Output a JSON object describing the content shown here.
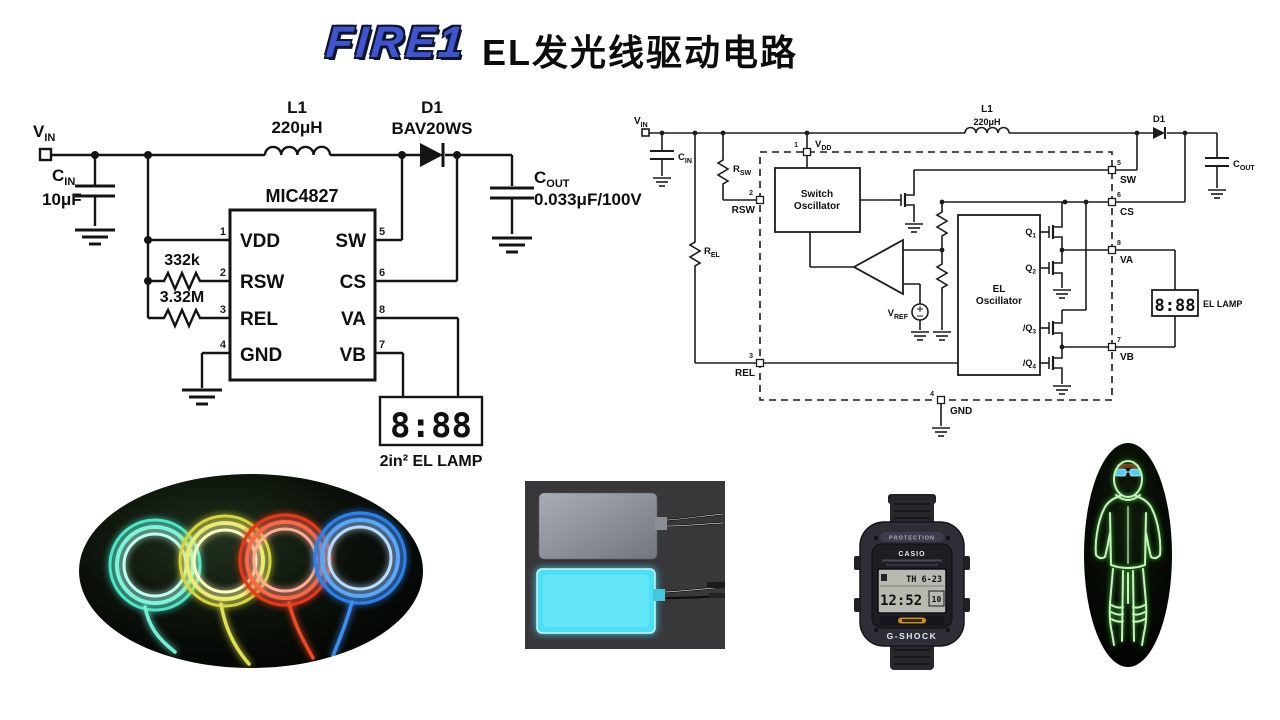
{
  "header": {
    "logo": "FIRE1",
    "title": "EL发光线驱动电路"
  },
  "left_circuit": {
    "vin": "V",
    "vin_sub": "IN",
    "cin": "C",
    "cin_sub": "IN",
    "cin_value": "10μF",
    "l1": "L1",
    "l1_value": "220μH",
    "d1": "D1",
    "d1_value": "BAV20WS",
    "cout": "C",
    "cout_sub": "OUT",
    "cout_value": "0.033μF/100V",
    "chip_name": "MIC4827",
    "r_332k": "332k",
    "r_3_32m": "3.32M",
    "pin_vdd": "VDD",
    "pin_rsw": "RSW",
    "pin_rel": "REL",
    "pin_gnd": "GND",
    "pin_sw": "SW",
    "pin_cs": "CS",
    "pin_va": "VA",
    "pin_vb": "VB",
    "num1": "1",
    "num2": "2",
    "num3": "3",
    "num4": "4",
    "num5": "5",
    "num6": "6",
    "num7": "7",
    "num8": "8",
    "lamp_display": "8:88",
    "lamp_caption": "2in² EL LAMP"
  },
  "right_circuit": {
    "vin": "V",
    "vin_sub": "IN",
    "cin": "C",
    "cin_sub": "IN",
    "r_sw": "R",
    "r_sw_sub": "SW",
    "r_el": "R",
    "r_el_sub": "EL",
    "vdd": "V",
    "vdd_sub": "DD",
    "vref": "V",
    "vref_sub": "REF",
    "l1": "L1",
    "l1_value": "220μH",
    "d1": "D1",
    "cout": "C",
    "cout_sub": "OUT",
    "switch_osc_line1": "Switch",
    "switch_osc_line2": "Oscillator",
    "el_osc_line1": "EL",
    "el_osc_line2": "Oscillator",
    "q1": "Q",
    "q1_sub": "1",
    "q2": "Q",
    "q2_sub": "2",
    "q3": "/Q",
    "q3_sub": "3",
    "q4": "/Q",
    "q4_sub": "4",
    "pin_rsw": "RSW",
    "pin_rel": "REL",
    "pin_gnd": "GND",
    "pin_sw": "SW",
    "pin_cs": "CS",
    "pin_va": "VA",
    "pin_vb": "VB",
    "num1": "1",
    "num2": "2",
    "num3": "3",
    "num4": "4",
    "num5": "5",
    "num6": "6",
    "num7": "7",
    "num8": "8",
    "lamp_display": "8:88",
    "lamp_caption": "EL LAMP"
  },
  "photos": {
    "el_wires": {
      "colors": [
        "#5df2cf",
        "#e3e23e",
        "#f23a10",
        "#2f86f2"
      ]
    },
    "el_panels": {
      "off_color": "#979ca4",
      "on_color": "#4fdff2"
    },
    "watch": {
      "banner": "PROTECTION",
      "brand": "CASIO",
      "lcd_date": "TH 6-23",
      "lcd_time": "12:52",
      "lcd_sec": "10",
      "model": "G-SHOCK"
    },
    "el_suit": {
      "wire_color": "#c6f2bc"
    }
  }
}
